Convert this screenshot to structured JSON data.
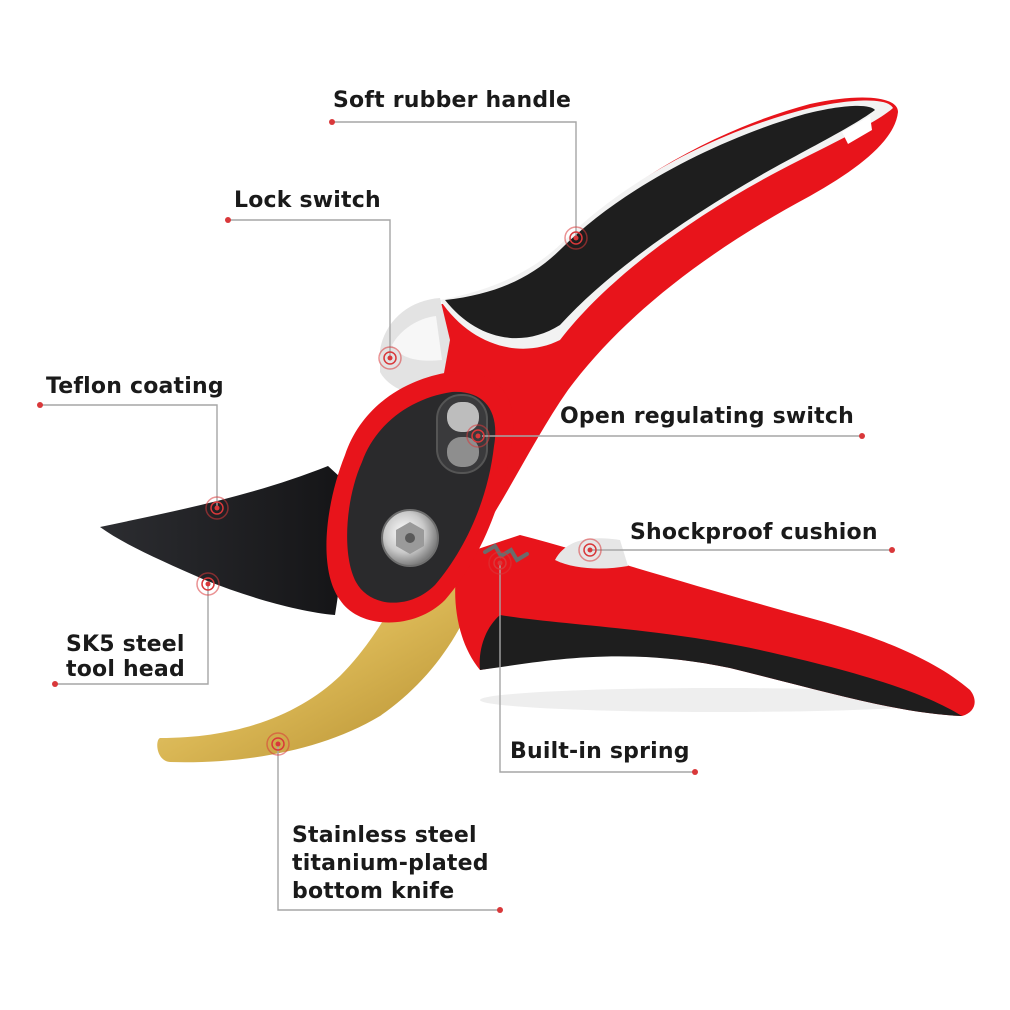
{
  "colors": {
    "handle_red": "#e8141b",
    "handle_black": "#1e1e1e",
    "grip_white": "#f2f2f2",
    "blade_dark": "#202124",
    "blade_gold": "#d9b654",
    "leader_line": "#a6a6a6",
    "marker_red": "#d9383a"
  },
  "callouts": {
    "soft_rubber_handle": "Soft rubber handle",
    "lock_switch": "Lock switch",
    "teflon_coating": "Teflon coating",
    "open_regulating_switch": "Open regulating switch",
    "shockproof_cushion": "Shockproof cushion",
    "sk5_steel_tool_head": [
      "SK5 steel",
      "tool head"
    ],
    "built_in_spring": "Built-in spring",
    "stainless_bottom_knife": [
      "Stainless steel",
      "titanium-plated",
      "bottom knife"
    ]
  }
}
